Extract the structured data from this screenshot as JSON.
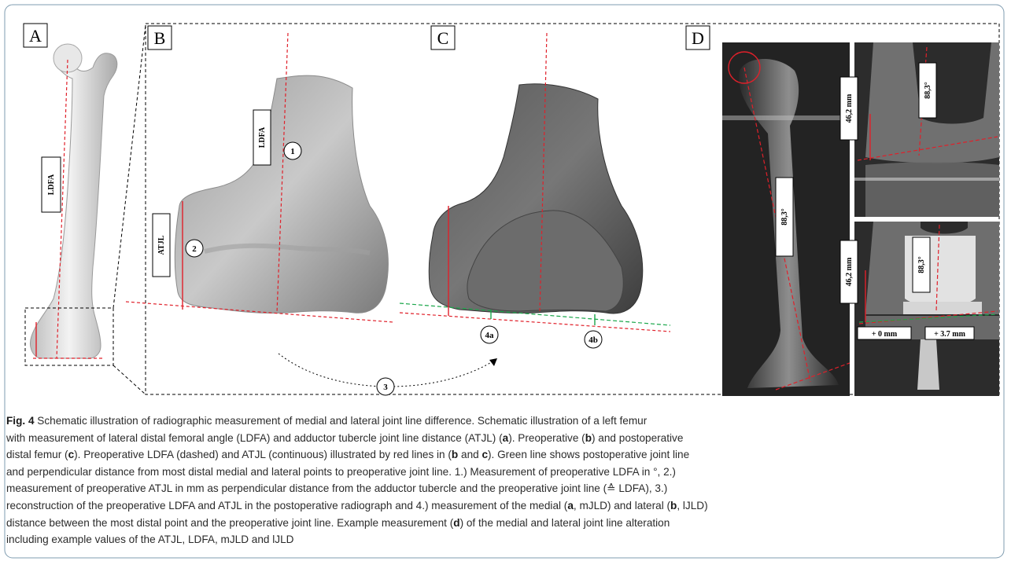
{
  "panels": {
    "a": "A",
    "b": "B",
    "c": "C",
    "d": "D"
  },
  "labels": {
    "ldfa": "LDFA",
    "atjl": "ATJL",
    "step1": "1",
    "step2": "2",
    "step3": "3",
    "step4a": "4a",
    "step4b": "4b",
    "angle": "88,3°",
    "distance": "46,2 mm",
    "mjld": "+ 0 mm",
    "ljld": "+ 3.7 mm"
  },
  "caption": {
    "fig_label": "Fig. 4",
    "l1": "  Schematic illustration of radiographic measurement of medial and lateral joint line difference. Schematic illustration of a left femur",
    "l2a": "with measurement of lateral distal femoral angle (LDFA) and adductor tubercle joint line distance (ATJL) (",
    "l2b": "). Preoperative (",
    "l2c": ") and postoperative",
    "l3a": "distal femur (",
    "l3b": "). Preoperative LDFA (dashed) and ATJL (continuous) illustrated by red lines in (",
    "l3c": " and ",
    "l3d": "). Green line shows postoperative joint line",
    "l4": "and perpendicular distance from most distal medial and lateral points to preoperative joint line. 1.) Measurement of preoperative LDFA in °, 2.)",
    "l5": "measurement of preoperative ATJL in mm as perpendicular distance from the adductor tubercle and the preoperative joint line (≙ LDFA), 3.)",
    "l6": "reconstruction of the preoperative LDFA and ATJL in the postoperative radiograph and 4.) measurement of the medial (",
    "l6b": ", mJLD) and lateral (",
    "l6c": ", lJLD)",
    "l7": "distance between the most distal point and the preoperative joint line. Example measurement (",
    "l7b": ") of the medial and lateral joint line alteration",
    "l8": "including example values of the ATJL, LDFA, mJLD and lJLD",
    "ref_a": "a",
    "ref_b": "b",
    "ref_c": "c",
    "ref_d": "d"
  },
  "colors": {
    "measure_red": "#e0202a",
    "joint_green": "#1aa64a",
    "bone": "#d8d8d8",
    "border": "#7f9cb0"
  }
}
